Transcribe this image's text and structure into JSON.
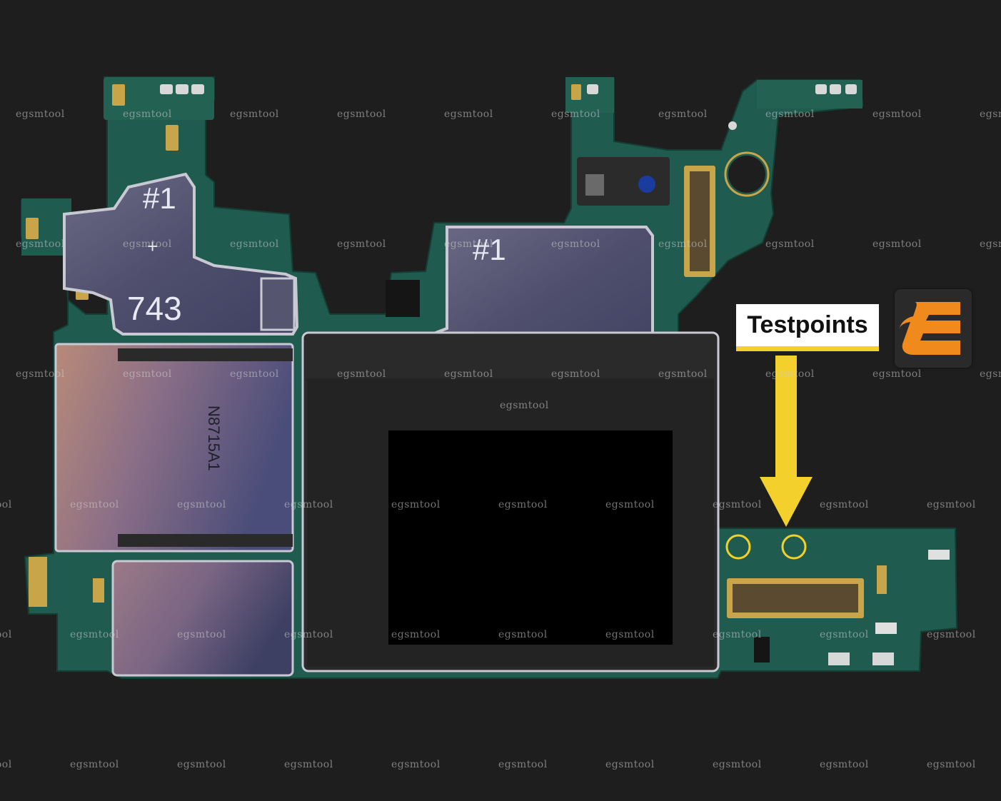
{
  "watermark": {
    "text": "egsmtool"
  },
  "board_markings": {
    "chip1_label": "#1",
    "chip1_plus": "+",
    "chip1_number": "743",
    "chip2_label": "#1",
    "sim_code": "N8715A1"
  },
  "callout": {
    "label": "Testpoints",
    "arrow_color": "#f3d02b",
    "circle_color": "#f3d02b"
  },
  "brand": {
    "logo_icon": "e-logo-icon",
    "accent": "#f08a1c"
  },
  "colors": {
    "background": "#1e1e1e",
    "pcb": "#1f5b4e",
    "shield": "#54546f",
    "redaction": "#000000"
  }
}
